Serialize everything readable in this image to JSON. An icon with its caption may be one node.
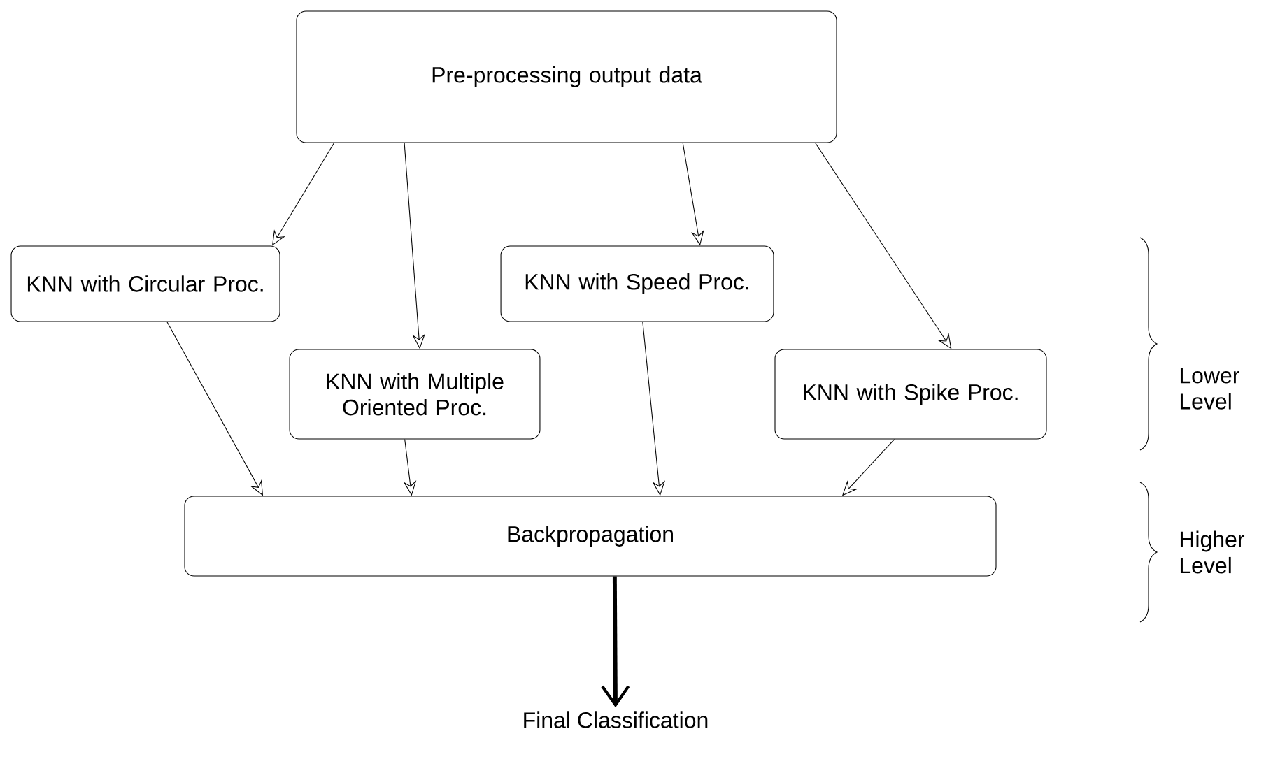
{
  "diagram": {
    "nodes": [
      {
        "text": [
          "Pre-processing output data"
        ]
      },
      {
        "text": [
          "KNN with Circular Proc."
        ]
      },
      {
        "text": [
          "KNN with Multiple Oriented Proc."
        ]
      },
      {
        "text": [
          "KNN with Speed Proc."
        ]
      },
      {
        "text": [
          "KNN with Spike Proc."
        ]
      },
      {
        "text": [
          "Backpropagation"
        ]
      },
      {
        "text": [
          "Final Classification"
        ]
      }
    ],
    "edges": [
      {
        "from": 0,
        "to": 1,
        "arrow": "to"
      },
      {
        "from": 0,
        "to": 2,
        "arrow": "to"
      },
      {
        "from": 0,
        "to": 3,
        "arrow": "to"
      },
      {
        "from": 0,
        "to": 4,
        "arrow": "to"
      },
      {
        "from": 1,
        "to": 5,
        "arrow": "to"
      },
      {
        "from": 2,
        "to": 5,
        "arrow": "to"
      },
      {
        "from": 3,
        "to": 5,
        "arrow": "to"
      },
      {
        "from": 4,
        "to": 5,
        "arrow": "to"
      },
      {
        "from": 5,
        "to": 6,
        "arrow": "to",
        "style": "thick"
      }
    ],
    "labels": [
      "Lower Level",
      "Higher Level"
    ]
  }
}
